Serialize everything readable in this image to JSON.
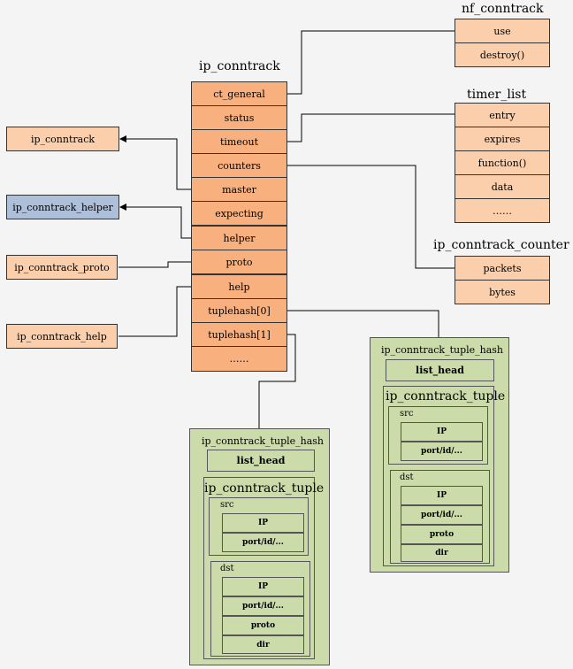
{
  "ip_conntrack": {
    "title": "ip_conntrack",
    "fields": [
      "ct_general",
      "status",
      "timeout",
      "counters",
      "master",
      "expecting",
      "helper",
      "proto",
      "help",
      "tuplehash[0]",
      "tuplehash[1]",
      "……"
    ]
  },
  "nf_conntrack": {
    "title": "nf_conntrack",
    "fields": [
      "use",
      "destroy()"
    ]
  },
  "timer_list": {
    "title": "timer_list",
    "fields": [
      "entry",
      "expires",
      "function()",
      "data",
      "……"
    ]
  },
  "ip_conntrack_counter": {
    "title": "ip_conntrack_counter",
    "fields": [
      "packets",
      "bytes"
    ]
  },
  "side_boxes": {
    "conntrack": "ip_conntrack",
    "helper": "ip_conntrack_helper",
    "proto": "ip_conntrack_proto",
    "help": "ip_conntrack_help"
  },
  "tuple_hash_right": {
    "title": "ip_conntrack_tuple_hash",
    "list_head": "list_head",
    "tuple_title": "ip_conntrack_tuple",
    "src_label": "src",
    "src_fields": [
      "IP",
      "port/id/..."
    ],
    "dst_label": "dst",
    "dst_fields": [
      "IP",
      "port/id/..."
    ],
    "proto": "proto",
    "dir": "dir"
  },
  "tuple_hash_bottom": {
    "title": "ip_conntrack_tuple_hash",
    "list_head": "list_head",
    "tuple_title": "ip_conntrack_tuple",
    "src_label": "src",
    "src_fields": [
      "IP",
      "port/id/..."
    ],
    "dst_label": "dst",
    "dst_fields": [
      "IP",
      "port/id/..."
    ],
    "proto": "proto",
    "dir": "dir"
  },
  "colors": {
    "main_struct": "#f7b07e",
    "side_struct": "#fbcfac",
    "helper_struct": "#aebfd9",
    "tuple_struct": "#cbdba9"
  }
}
